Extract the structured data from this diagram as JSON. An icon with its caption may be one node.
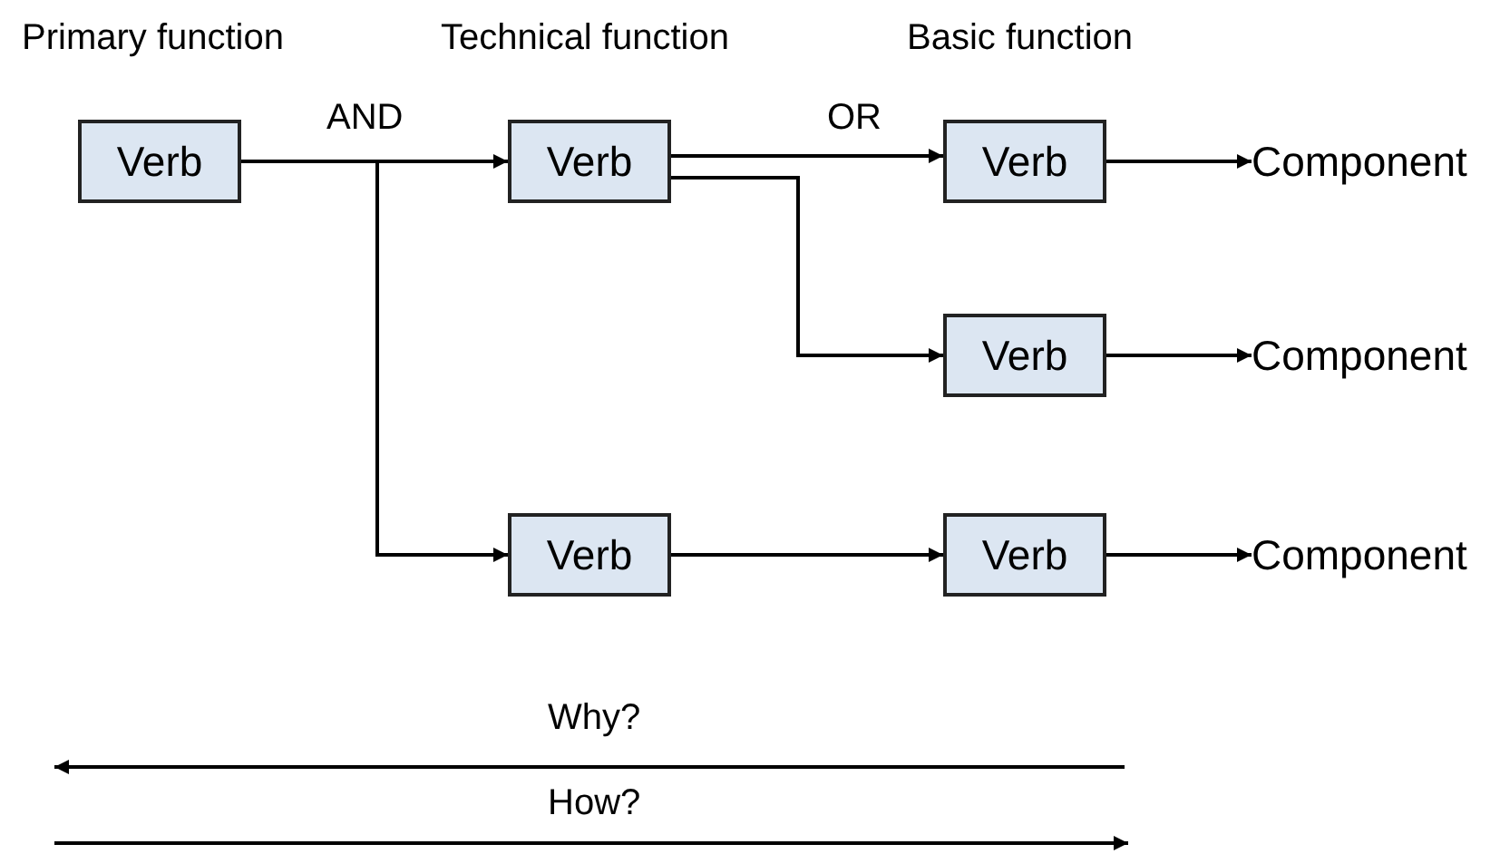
{
  "diagram": {
    "nodes": [
      {
        "text": [
          "Verb"
        ]
      },
      {
        "text": [
          "Verb"
        ]
      },
      {
        "text": [
          "Verb"
        ]
      },
      {
        "text": [
          "Verb"
        ]
      },
      {
        "text": [
          "Verb"
        ]
      },
      {
        "text": [
          "Verb"
        ]
      },
      {
        "text": [
          "Component"
        ]
      },
      {
        "text": [
          "Component"
        ]
      },
      {
        "text": [
          "Component"
        ]
      }
    ],
    "edges": [
      {
        "from": 0,
        "to": 1,
        "arrow": "to"
      },
      {
        "from": 0,
        "to": 4,
        "arrow": "to"
      },
      {
        "from": 1,
        "to": 2,
        "arrow": "to"
      },
      {
        "from": 1,
        "to": 3,
        "arrow": "to"
      },
      {
        "from": 4,
        "to": 5,
        "arrow": "to"
      },
      {
        "from": 2,
        "to": 6,
        "arrow": "to"
      },
      {
        "from": 3,
        "to": 7,
        "arrow": "to"
      },
      {
        "from": 5,
        "to": 8,
        "arrow": "to"
      }
    ],
    "labels": [
      "Primary function",
      "Technical function",
      "Basic function",
      "AND",
      "OR",
      "Why?",
      "How?"
    ]
  }
}
